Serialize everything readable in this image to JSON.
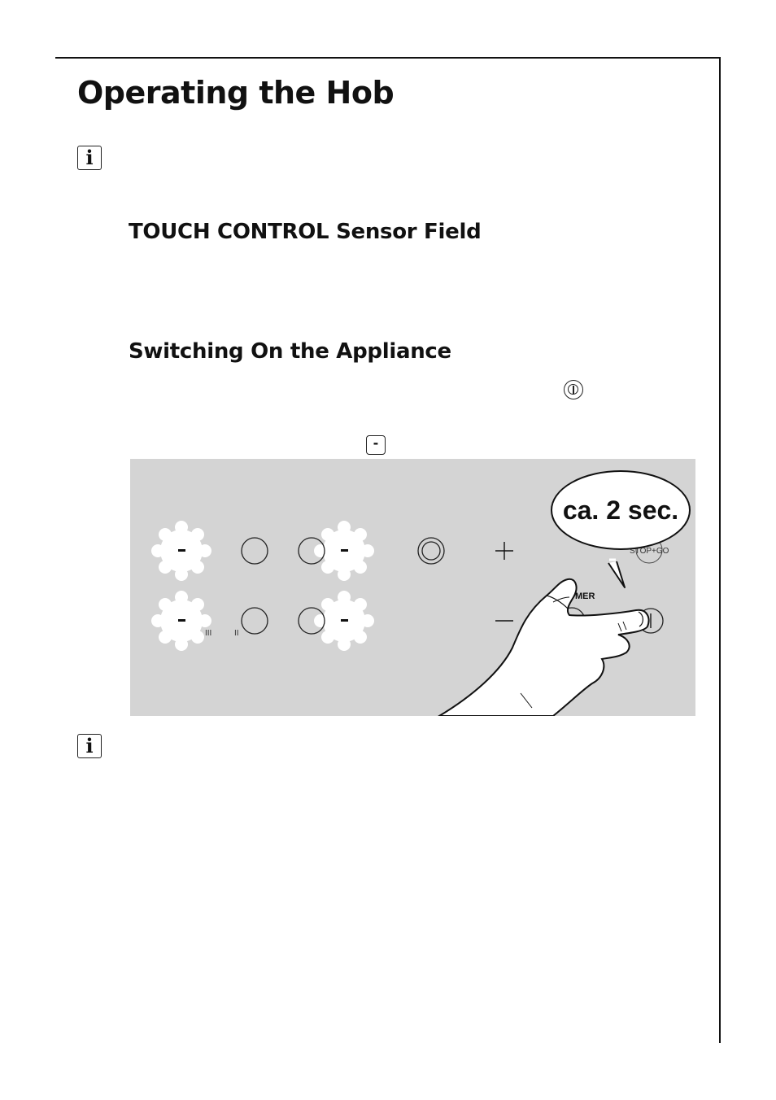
{
  "page": {
    "title": "Operating the Hob",
    "headings": {
      "touch_control": "TOUCH CONTROL Sensor Field",
      "switching_on": "Switching On the Appliance"
    },
    "icons": {
      "info": "info-icon",
      "info_glyph": "i",
      "on_off": "on-off-symbol-icon",
      "zone_display": "zone-display-dash-icon",
      "zone_display_glyph": "-"
    }
  },
  "figure": {
    "callout": "ca. 2 sec.",
    "zone_display_values": [
      "-",
      "-",
      "-",
      "-"
    ],
    "stop_go_label": "STOP+GO",
    "timer_label_partial": "MER",
    "zone_marks": [
      "III",
      "II"
    ],
    "plus_symbol": "+",
    "minus_symbol": "−"
  }
}
